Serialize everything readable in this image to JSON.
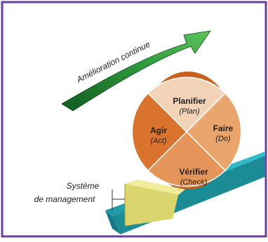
{
  "title": "Amélioration continue",
  "wheel": {
    "plan": {
      "label": "Planifier",
      "sub": "(Plan)"
    },
    "do": {
      "label": "Faire",
      "sub": "(Do)"
    },
    "check": {
      "label": "Vérifier",
      "sub": "(Check)"
    },
    "act": {
      "label": "Agir",
      "sub": "(Act)"
    }
  },
  "base": {
    "line1": "Système",
    "line2": "de management"
  },
  "colors": {
    "frame": "#6a3fa0",
    "arrow": "#2e8b3a",
    "plan": "#f2d3b8",
    "do": "#e9a56b",
    "check": "#e5955a",
    "act": "#d9732e",
    "wheel_side": "#c8601f",
    "ramp_top": "#27b3bf",
    "ramp_side": "#1b8c96",
    "wedge_front": "#e7e27a",
    "wedge_side": "#c9c05a"
  }
}
